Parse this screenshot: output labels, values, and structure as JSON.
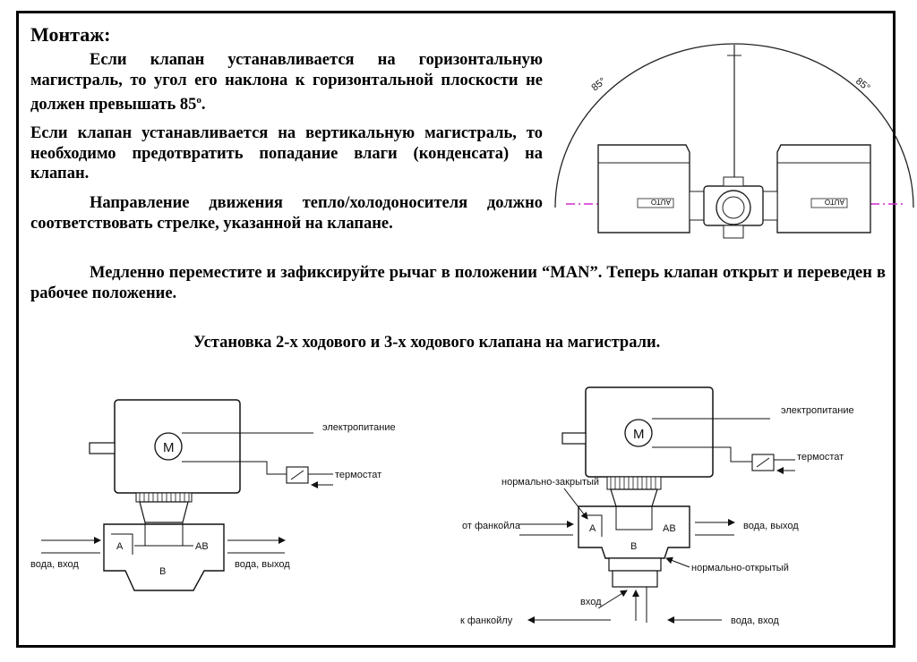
{
  "mounting": {
    "heading": "Монтаж:",
    "paragraph_1": "Если клапан устанавливается на горизонтальную магистраль, то угол его наклона к горизонтальной плоскости не должен превышать 85",
    "degree_mark": "о",
    "paragraph_1_end": ".",
    "paragraph_2": "Если клапан устанавливается на вертикальную магистраль, то необходимо предотвратить попадание влаги (конденсата) на клапан.",
    "paragraph_3": "Направление движения тепло/холодоносителя должно соответствовать стрелке, указанной на клапане.",
    "paragraph_4": "Медленно переместите и зафиксируйте рычаг в положении “MAN”. Теперь клапан открыт и переведен в рабочее положение."
  },
  "tilt_diagram": {
    "angle_left": "85°",
    "angle_right": "85°",
    "actuator_label_left": "AUTO",
    "actuator_label_right": "AUTO"
  },
  "caption": "Установка 2-х ходового и 3-х ходового клапана на магистрали.",
  "valve_2way": {
    "motor": "M",
    "power_label": "электропитание",
    "thermostat_label": "термостат",
    "port_a": "A",
    "port_b": "B",
    "port_ab": "AB",
    "inlet_label": "вода, вход",
    "outlet_label": "вода, выход"
  },
  "valve_3way": {
    "motor": "M",
    "power_label": "электропитание",
    "thermostat_label": "термостат",
    "normally_closed_label": "нормально-закрытый",
    "normally_open_label": "нормально-открытый",
    "from_fancoil_label": "от фанкойла",
    "to_fancoil_label": "к фанкойлу",
    "port_a": "A",
    "port_b": "B",
    "port_ab": "AB",
    "inlet_label": "вход",
    "water_outlet_label": "вода, выход",
    "water_inlet_label": "вода, вход"
  }
}
